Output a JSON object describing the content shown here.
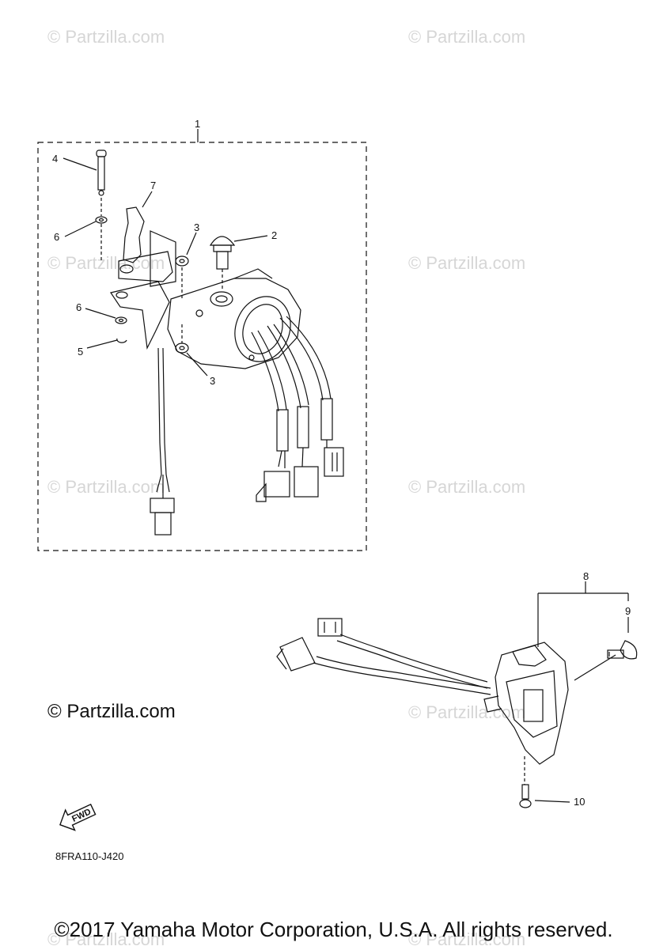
{
  "watermark": "© Partzilla.com",
  "callouts": {
    "c1": "1",
    "c2": "2",
    "c3a": "3",
    "c3b": "3",
    "c4": "4",
    "c5": "5",
    "c6a": "6",
    "c6b": "6",
    "c7": "7",
    "c8": "8",
    "c9": "9",
    "c10": "10"
  },
  "brand": "© Partzilla.com",
  "fwd": "FWD",
  "diagram_code": "8FRA110-J420",
  "copyright": "©2017 Yamaha Motor Corporation, U.S.A. All rights reserved."
}
